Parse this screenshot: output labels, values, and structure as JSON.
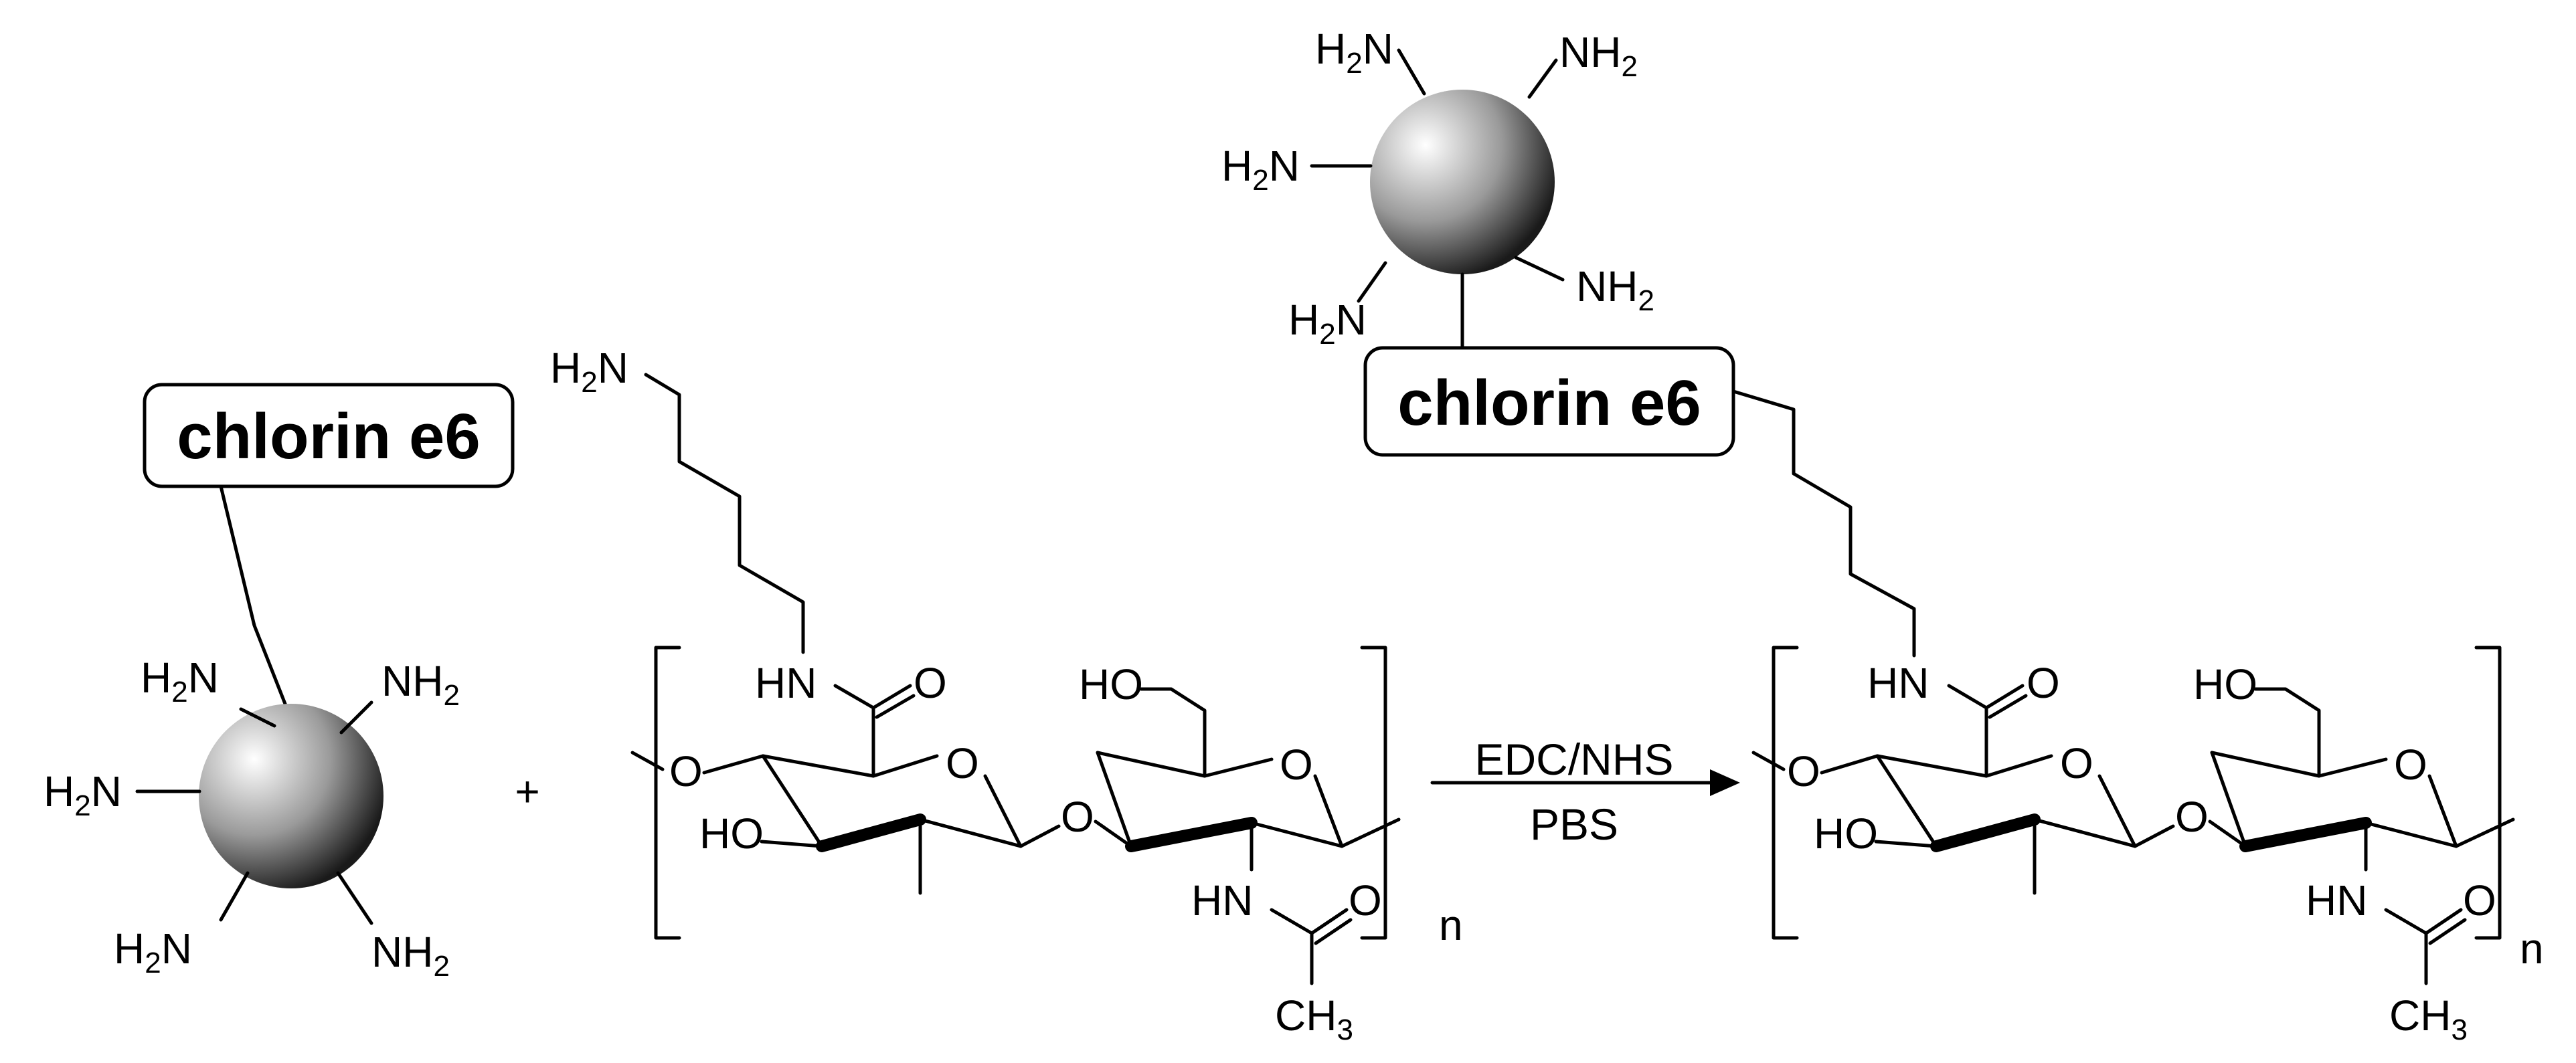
{
  "labels": {
    "h2n": "H",
    "h2n_sub": "2",
    "n": "N",
    "nh": "NH",
    "nh2_sub": "2",
    "chlorin": "chlorin e6",
    "plus": "+",
    "ho": "HO",
    "hn": "HN",
    "o": "O",
    "ch": "CH",
    "ch3_sub": "3",
    "repeat_n": "n"
  },
  "reaction": {
    "reagent_top": "EDC/NHS",
    "reagent_bottom": "PBS"
  },
  "colors": {
    "sphere_light": "#ffffff",
    "sphere_dark": "#1a1a1a",
    "line": "#000000"
  }
}
